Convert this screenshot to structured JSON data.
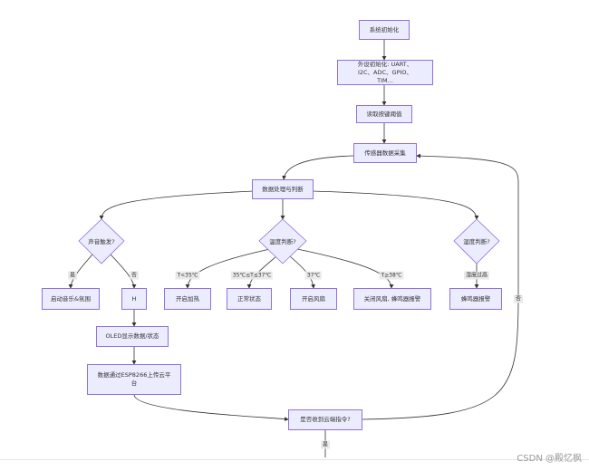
{
  "nodes": {
    "n1": "系统初始化",
    "n2": "外设初始化: UART、I2C、ADC、GPIO、TIM...",
    "n3": "读取按键阈值",
    "n4": "传感器数据采集",
    "n5": "数据处理与判断",
    "n6": "声音触发?",
    "n7": "温度判断?",
    "n8": "湿度判断?",
    "n9": "启动音乐&氛围",
    "n10": "H",
    "n11": "开启加热",
    "n12": "正常状态",
    "n13": "开启风扇",
    "n14": "关闭风扇, 蜂鸣器报警",
    "n15": "蜂鸣器报警",
    "n16": "OLED显示数据/状态",
    "n17": "数据通过ESP8266上传云平台",
    "n18": "是否收到云端指令?"
  },
  "edge_labels": {
    "yes1": "是",
    "no1": "否",
    "t1": "T<35℃",
    "t2": "35℃≤T≤37℃",
    "t3": "37℃",
    "t4": "T≥38℃",
    "h1": "湿度过高",
    "no2": "否",
    "yes2": "是"
  },
  "watermark": "CSDN @殿忆枫",
  "colors": {
    "node_fill": "#ececff",
    "node_border": "#9370db",
    "edge": "#333333",
    "label_bg": "#e8e8e8"
  }
}
